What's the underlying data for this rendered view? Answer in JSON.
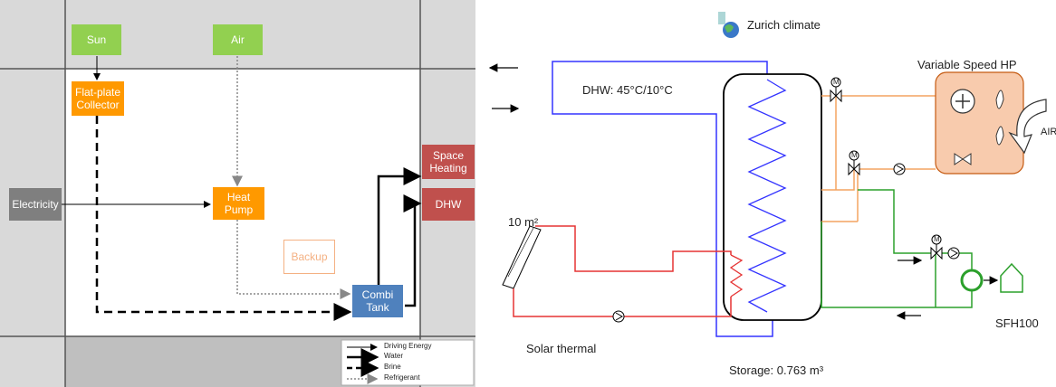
{
  "left": {
    "boxes": {
      "sun": "Sun",
      "air": "Air",
      "collector": [
        "Flat-plate",
        "Collector"
      ],
      "electricity": "Electricity",
      "heat_pump": [
        "Heat",
        "Pump"
      ],
      "backup": "Backup",
      "combi_tank": [
        "Combi",
        "Tank"
      ],
      "space_heating": [
        "Space",
        "Heating"
      ],
      "dhw": "DHW"
    },
    "legend": [
      "Driving Energy",
      "Water",
      "Brine",
      "Refrigerant"
    ],
    "colors": {
      "source": "#92d050",
      "device": "#ff9900",
      "sink": "#c0504d",
      "tank": "#4f81bd",
      "electricity": "#7f7f7f",
      "background": "#d9d9d9"
    }
  },
  "right": {
    "title": "Zurich climate",
    "dhw_label": "DHW: 45°C/10°C",
    "hp_label": "Variable Speed HP",
    "air_label": "AIR",
    "area_label": "10 m²",
    "solar_label": "Solar thermal",
    "storage_label": "Storage: 0.763 m³",
    "building_label": "SFH100",
    "valve_letter": "M",
    "colors": {
      "dhw_pipe": "#3333ff",
      "solar_pipe": "#e53333",
      "hp_pipe": "#f4a460",
      "heating_pipe": "#2ca02c",
      "hp_body": "#f8cbad"
    }
  }
}
